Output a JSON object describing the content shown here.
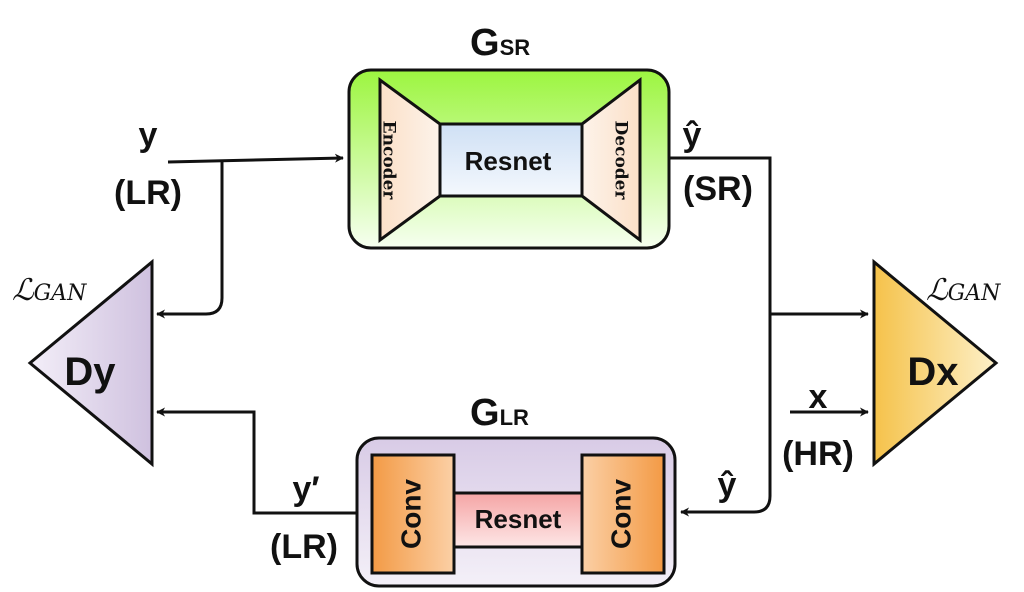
{
  "generators": {
    "gsr": {
      "title_main": "G",
      "title_sub": "SR",
      "encoder": "Encoder",
      "middle": "Resnet",
      "decoder": "Decoder"
    },
    "glr": {
      "title_main": "G",
      "title_sub": "LR",
      "left": "Conv",
      "middle": "Resnet",
      "right": "Conv"
    }
  },
  "discriminators": {
    "dy": {
      "label": "Dy",
      "loss_main": "ℒ",
      "loss_sub": "GAN"
    },
    "dx": {
      "label": "Dx",
      "loss_main": "ℒ",
      "loss_sub": "GAN"
    }
  },
  "signals": {
    "y": "y",
    "y_note": "(LR)",
    "yhat_top": "ŷ",
    "yhat_top_note": "(SR)",
    "x": "x",
    "x_note": "(HR)",
    "yhat_bottom": "ŷ",
    "yprime": "y′",
    "yprime_note": "(LR)"
  },
  "colors": {
    "gsr_fill_top": "#9bf542",
    "gsr_fill_bottom": "#ffffff",
    "glr_fill": "#ddd3e8",
    "encoder_fill": "#fbe6d6",
    "resnet_top_fill": "#dde9f8",
    "conv_fill": "#f4a04f",
    "resnet_bottom_fill": "#f6b3b3",
    "dy_fill": "#d9cce6",
    "dx_fill": "#f7cc5c"
  }
}
